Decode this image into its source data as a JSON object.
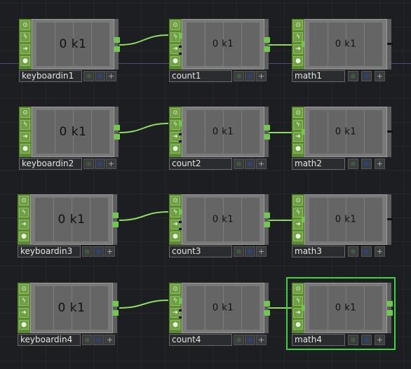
{
  "network": {
    "nodes": [
      {
        "id": "kb1",
        "name": "keyboardin1",
        "value": "0 k1",
        "type": "keyboardin"
      },
      {
        "id": "c1",
        "name": "count1",
        "value": "0 k1",
        "type": "count"
      },
      {
        "id": "m1",
        "name": "math1",
        "value": "0 k1",
        "type": "math"
      },
      {
        "id": "kb2",
        "name": "keyboardin2",
        "value": "0 k1",
        "type": "keyboardin"
      },
      {
        "id": "c2",
        "name": "count2",
        "value": "0 k1",
        "type": "count"
      },
      {
        "id": "m2",
        "name": "math2",
        "value": "0 k1",
        "type": "math"
      },
      {
        "id": "kb3",
        "name": "keyboardin3",
        "value": "0 k1",
        "type": "keyboardin"
      },
      {
        "id": "c3",
        "name": "count3",
        "value": "0 k1",
        "type": "count"
      },
      {
        "id": "m3",
        "name": "math3",
        "value": "0 k1",
        "type": "math"
      },
      {
        "id": "kb4",
        "name": "keyboardin4",
        "value": "0 k1",
        "type": "keyboardin"
      },
      {
        "id": "c4",
        "name": "count4",
        "value": "0 k1",
        "type": "count"
      },
      {
        "id": "m4",
        "name": "math4",
        "value": "0 k1",
        "type": "math",
        "selected": true
      }
    ]
  },
  "colors": {
    "background": "#1c1e21",
    "wire": "#8fdc61",
    "connector": "#6ecb4a",
    "node_sidebar": "#5c8a33",
    "selection": "#3fd33f"
  },
  "icons": [
    "info-icon",
    "lightning-icon",
    "arrow-right-icon",
    "lock-icon"
  ]
}
